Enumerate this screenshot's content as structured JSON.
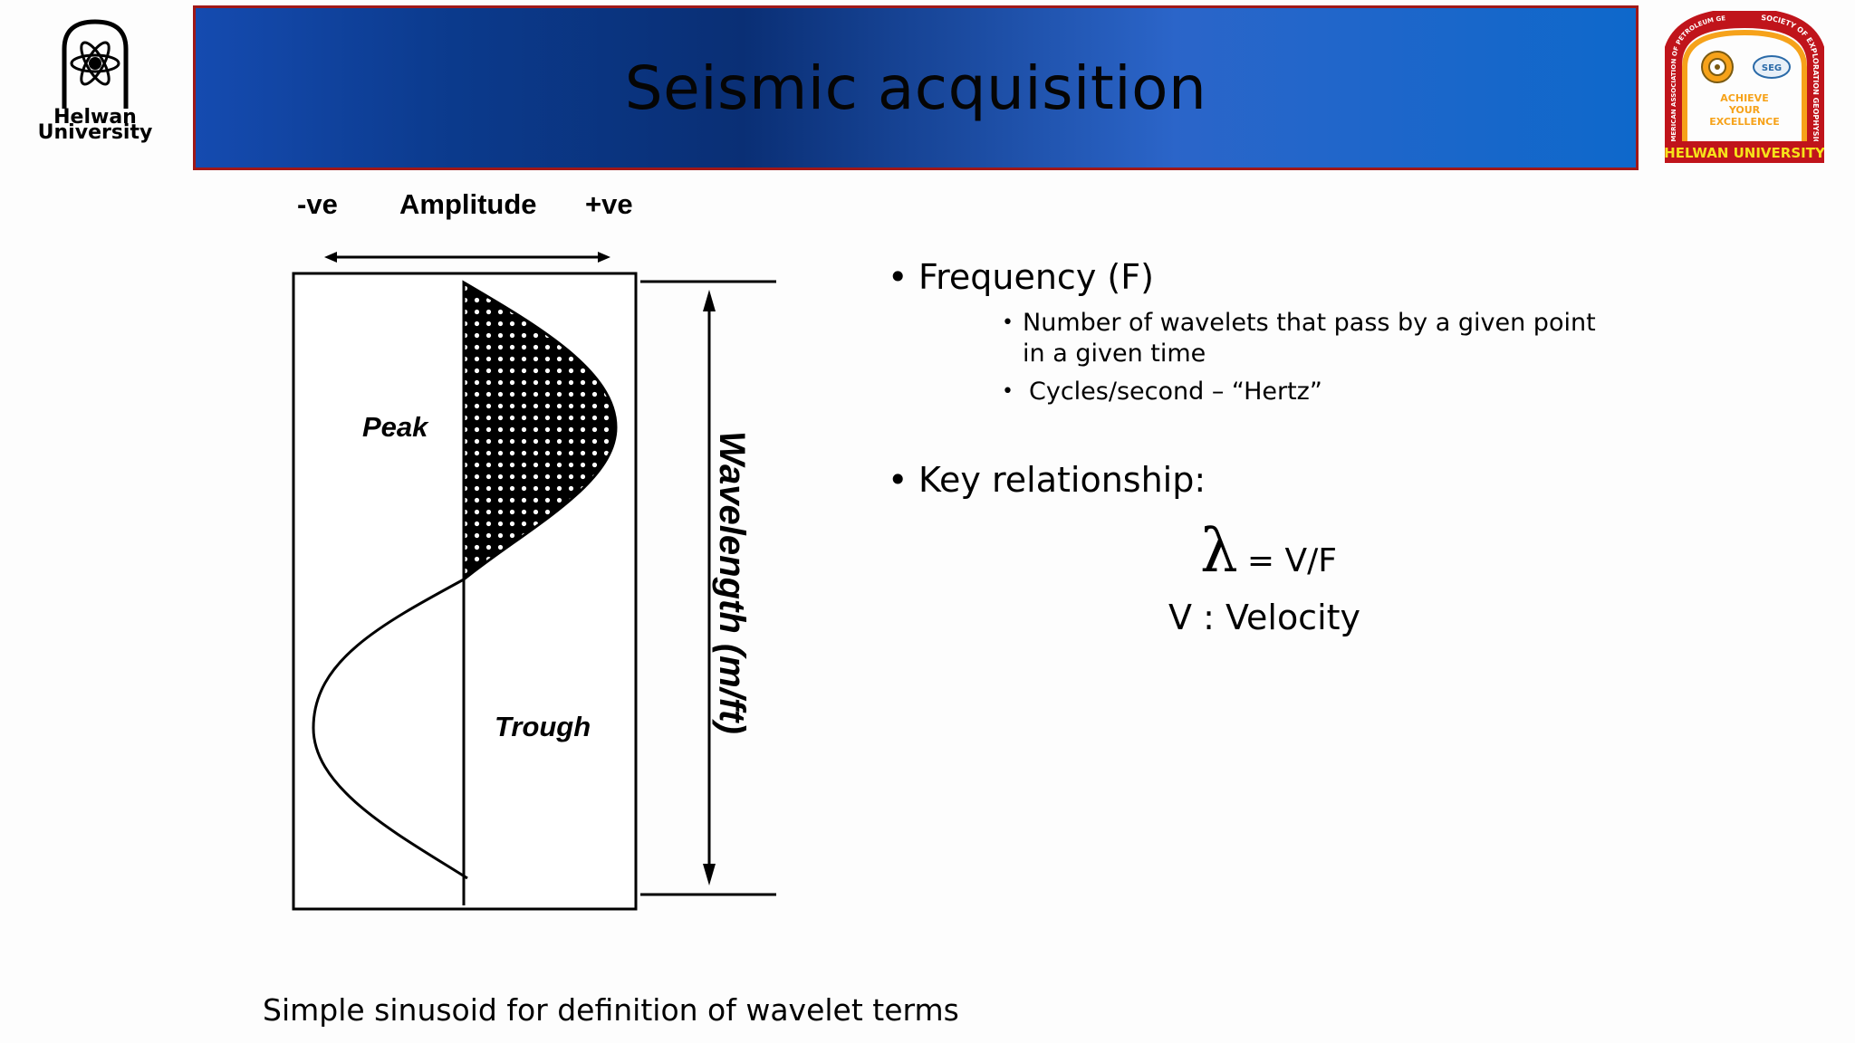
{
  "header": {
    "title": "Seismic acquisition",
    "left_logo": {
      "icon": "atom-arch-icon",
      "text_line1": "Helwan",
      "text_line2": "University"
    },
    "right_logo": {
      "icon": "aapg-seg-chapter-logo",
      "arc_text_left": "AMERICAN ASSOCIATION OF PETROLEUM GEOLOGISTS",
      "arc_text_right": "SOCIETY OF EXPLORATION GEOPHYSICISTS",
      "motto": [
        "ACHIEVE",
        "YOUR",
        "EXCELLENCE"
      ],
      "badge": "SEG",
      "banner": "HELWAN UNIVERSITY"
    }
  },
  "diagram": {
    "amplitude_label": "Amplitude",
    "neg_label": "-ve",
    "pos_label": "+ve",
    "peak_label": "Peak",
    "trough_label": "Trough",
    "wavelength_label": "Wavelength (m/ft)"
  },
  "bullets": {
    "frequency": "Frequency (F)",
    "frequency_sub": [
      "Number of wavelets that pass by a given point in a given time",
      "Cycles/second – “Hertz”"
    ],
    "key": "Key relationship:"
  },
  "formula": {
    "lambda": "λ",
    "rhs": "= V/F",
    "velocity": "V :  Velocity"
  },
  "caption": "Simple sinusoid for definition of wavelet terms",
  "colors": {
    "title_bar_blue": "#0b3a8c",
    "title_border": "#a01818",
    "logo_orange": "#f6a21a",
    "logo_red": "#c0141b"
  }
}
